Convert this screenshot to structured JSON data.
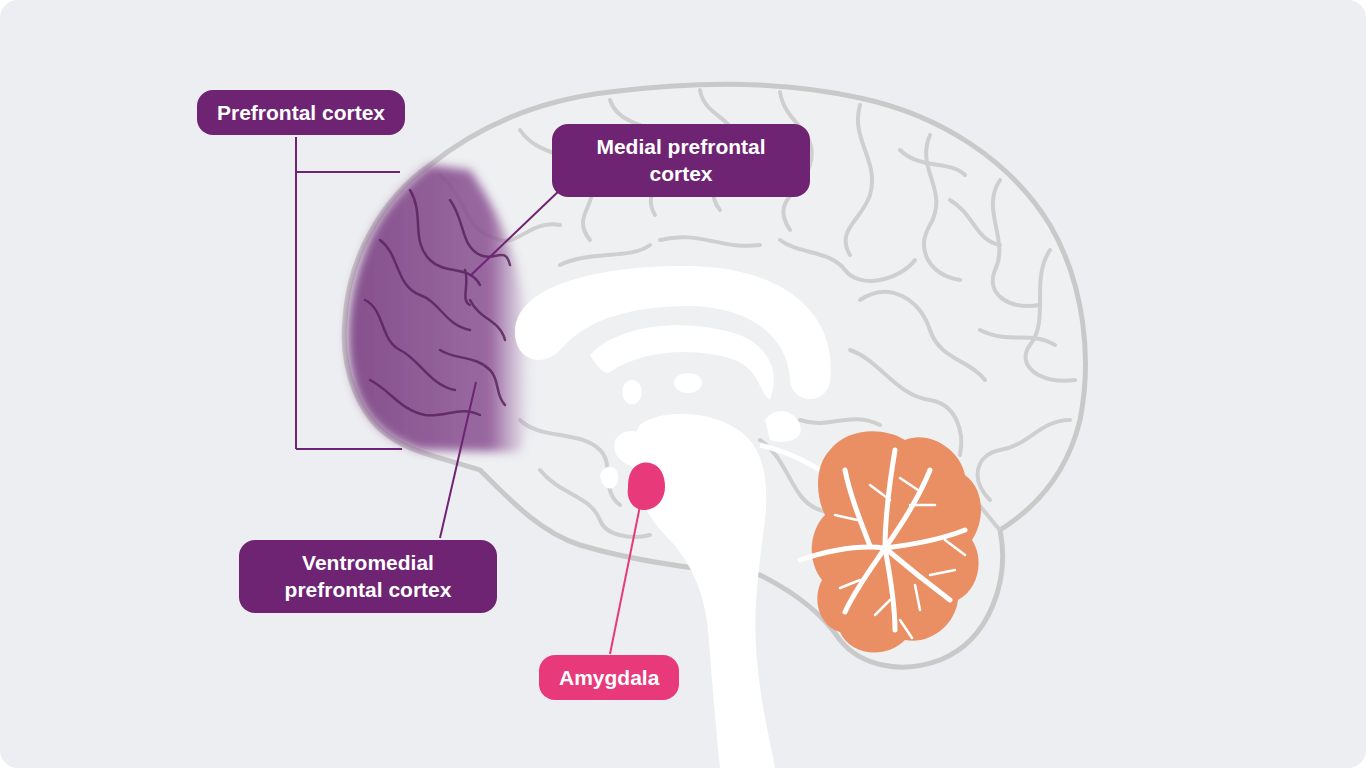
{
  "diagram": {
    "nodes": [
      {
        "text": [
          "Prefrontal cortex"
        ]
      },
      {
        "text": [
          "Medial prefrontal cortex"
        ]
      },
      {
        "text": [
          "Ventromedial prefrontal cortex"
        ]
      },
      {
        "text": [
          "Amygdala"
        ]
      }
    ]
  }
}
